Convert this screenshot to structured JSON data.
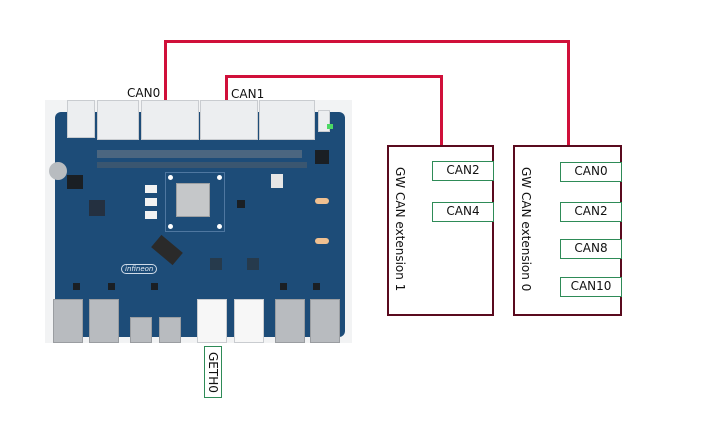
{
  "board": {
    "name": "Infineon gateway board",
    "logo_text": "infineon",
    "port_labels": {
      "can0": "CAN0",
      "can1": "CAN1",
      "geth0": "GETH0"
    }
  },
  "extensions": [
    {
      "title": "GW CAN extension 1",
      "ports": [
        "CAN2",
        "CAN4"
      ]
    },
    {
      "title": "GW CAN extension 0",
      "ports": [
        "CAN0",
        "CAN2",
        "CAN8",
        "CAN10"
      ]
    }
  ],
  "connections": [
    {
      "from": "board CAN0",
      "to": "GW CAN extension 0"
    },
    {
      "from": "board CAN1",
      "to": "GW CAN extension 1"
    }
  ],
  "colors": {
    "wire": "#d0103a",
    "extension_border": "#5a0a1e",
    "port_border": "#2e8b57",
    "pcb": "#1d4c78"
  }
}
